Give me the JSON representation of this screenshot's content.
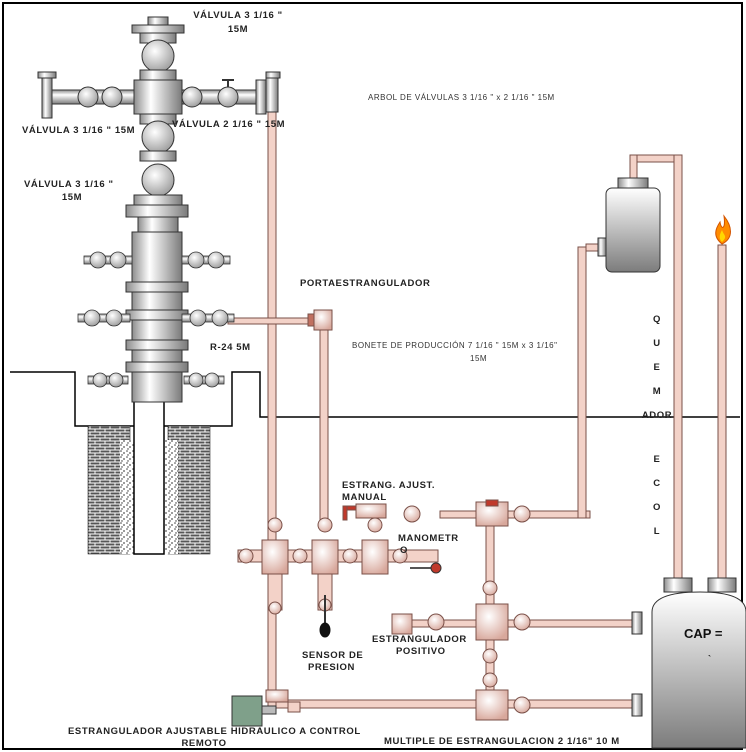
{
  "labels": {
    "valve_top": "VÁLVULA 3 1/16 \"",
    "valve_top_pressure": "15M",
    "valve_left": "VÁLVULA 3 1/16 \" 15M",
    "valve_right": "VÁLVULA 2 1/16 \" 15M",
    "valve_lower": "VÁLVULA 3 1/16 \"",
    "valve_lower_pressure": "15M",
    "tree_title": "ARBOL DE VÁLVULAS 3 1/16 \" x 2 1/16 \" 15M",
    "choke_holder": "PORTAESTRANGULADOR",
    "bonnet_line1": "BONETE DE PRODUCCIÓN 7 1/16 \" 15M  x  3 1/16\"",
    "bonnet_line2": "15M",
    "r24": "R-24 5M",
    "manual_choke_line1": "ESTRANG. AJUST.",
    "manual_choke_line2": "MANUAL",
    "manometer_line1": "MANOMETR",
    "manometer_line2": "O",
    "pressure_sensor_line1": "SENSOR DE",
    "pressure_sensor_line2": "PRESION",
    "positive_choke_line1": "ESTRANGULADOR",
    "positive_choke_line2": "POSITIVO",
    "hydraulic_choke_line1": "ESTRANGULADOR AJUSTABLE HIDRAULICO A CONTROL",
    "hydraulic_choke_line2": "REMOTO",
    "manifold": "MULTIPLE DE ESTRANGULACION 2 1/16\" 10 M",
    "burner_vertical": [
      "Q",
      "U",
      "E",
      "M",
      "ADOR",
      "",
      "E",
      "C",
      "O",
      "L"
    ],
    "cap": "CAP =",
    "cap_sub": "`"
  },
  "colors": {
    "pipe_fill": "#f3d2c8",
    "pipe_stroke": "#7a5048",
    "metal_light": "#ffffff",
    "metal_dark": "#9a9a9a",
    "valve_red": "#c0392b",
    "sensor_green": "#7fa08a",
    "flame_orange": "#ff8c00"
  }
}
